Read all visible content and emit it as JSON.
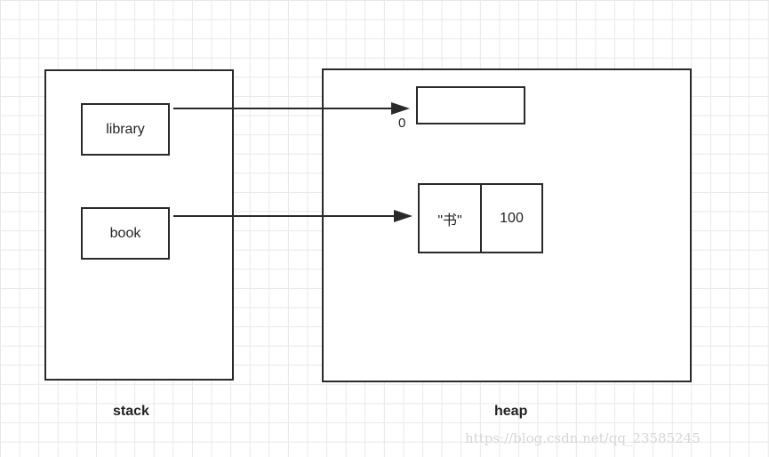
{
  "stack": {
    "label": "stack",
    "variables": [
      "library",
      "book"
    ]
  },
  "heap": {
    "label": "heap",
    "array_index": "0",
    "object_fields": [
      "\"书\"",
      "100"
    ]
  },
  "watermark": "https://blog.csdn.net/qq_23585245",
  "colors": {
    "line": "#2a2a2a",
    "grid": "#e8e8e8",
    "watermark": "#d6d6d6"
  }
}
